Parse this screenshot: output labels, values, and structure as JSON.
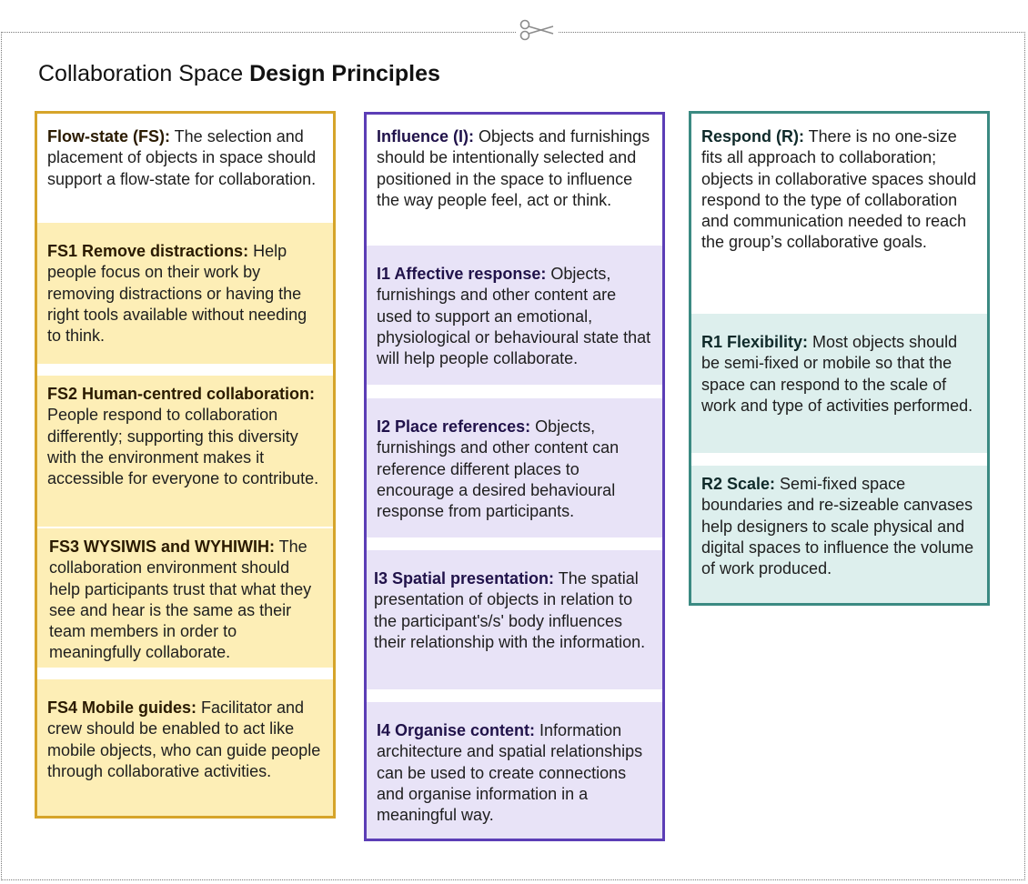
{
  "title": {
    "normal": "Collaboration Space ",
    "bold": "Design Principles"
  },
  "columns": {
    "fs": {
      "header": {
        "label": "Flow-state (FS):",
        "text": " The selection and placement of objects in space should support a flow-state for collaboration."
      },
      "items": [
        {
          "label": "FS1 Remove distractions:",
          "text": " Help people focus on their work by removing distractions or having the right tools available without needing to think."
        },
        {
          "label": "FS2 Human-centred collaboration:",
          "text": " People respond to collaboration differently; supporting this diversity with the environment makes it accessible for everyone to contribute."
        },
        {
          "label": "FS3 WYSIWIS and WYHIWIH:",
          "text": " The collaboration environment should help participants trust that what they see and hear is the same as their team members in order to meaningfully collaborate."
        },
        {
          "label": "FS4 Mobile guides:",
          "text": " Facilitator and crew should be enabled to act like mobile objects, who can guide people through collaborative activities."
        }
      ]
    },
    "i": {
      "header": {
        "label": "Influence (I):",
        "text": " Objects and furnishings should be intentionally selected and positioned in the space to influence the way people feel, act or think."
      },
      "items": [
        {
          "label": "I1 Affective response:",
          "text": " Objects, furnishings and other content are used to support an emotional, physiological or behavioural state that will help people collaborate."
        },
        {
          "label": "I2 Place references:",
          "text": " Objects, furnishings and other content can reference different places to encourage a desired behavioural response from participants."
        },
        {
          "label": "I3 Spatial presentation:",
          "text": " The spatial presentation of objects in relation to the participant's/s' body influences their relationship with the information."
        },
        {
          "label": "I4 Organise content:",
          "text": " Information architecture and spatial relationships can be used to create connections and organise information in a meaningful way."
        }
      ]
    },
    "r": {
      "header": {
        "label": "Respond (R):",
        "text": " There is no one-size fits all approach to collaboration; objects in collaborative spaces should respond to the type of collaboration and communication needed to reach the group’s collaborative goals."
      },
      "items": [
        {
          "label": "R1 Flexibility:",
          "text": " Most objects should be semi-fixed or mobile so that the space can respond to the scale of work and type of activities performed."
        },
        {
          "label": "R2 Scale:",
          "text": " Semi-fixed space boundaries and re-sizeable canvases help designers to scale physical and digital spaces to influence the volume of work produced."
        }
      ]
    }
  }
}
